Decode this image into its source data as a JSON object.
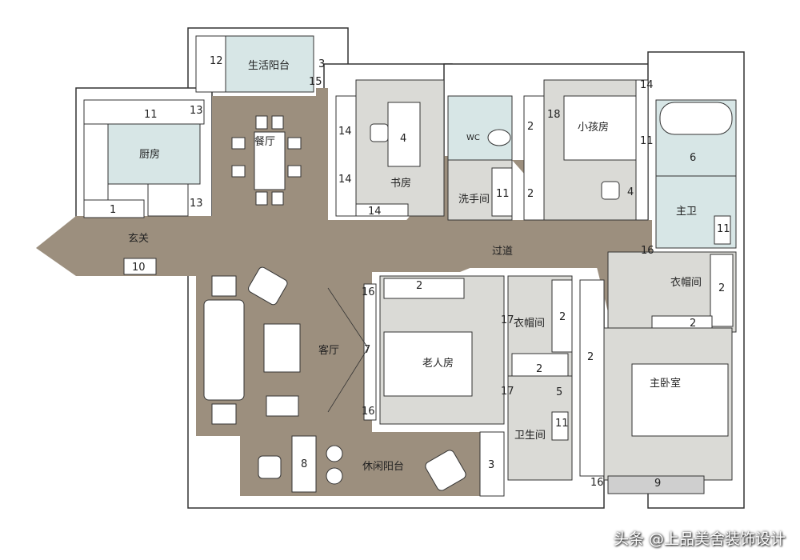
{
  "rooms": {
    "balcony_service": "生活阳台",
    "dining": "餐厅",
    "kitchen": "厨房",
    "study": "书房",
    "wc": "WC",
    "washroom": "洗手间",
    "kids_room": "小孩房",
    "master_bath": "主卫",
    "entrance": "玄关",
    "corridor": "过道",
    "walkin_master": "衣帽间",
    "living": "客厅",
    "elder_room": "老人房",
    "walkin_elder": "衣帽间",
    "master_bedroom": "主卧室",
    "bathroom": "卫生间",
    "leisure_balcony": "休闲阳台"
  },
  "numbers": {
    "n12": "12",
    "n3a": "3",
    "n15": "15",
    "n11_kitchen": "11",
    "n13a": "13",
    "n13b": "13",
    "n1": "1",
    "n14a": "14",
    "n14b": "14",
    "n14c": "14",
    "n4_study": "4",
    "n11_wash": "11",
    "n2a": "2",
    "n2b": "2",
    "n18": "18",
    "n14_kid": "14",
    "n11_kid": "11",
    "n4_kid": "4",
    "n6": "6",
    "n11_mb": "11",
    "n10": "10",
    "n16a": "16",
    "n16b": "16",
    "n16c": "16",
    "n16d": "16",
    "n2_walk_m1": "2",
    "n2_walk_m2": "2",
    "n2_elder": "2",
    "n17a": "17",
    "n17b": "17",
    "n2_walk_e1": "2",
    "n2_walk_e2": "2",
    "n7": "7",
    "n2_master_wall": "2",
    "n5": "5",
    "n11_bath": "11",
    "n8": "8",
    "n3_bal": "3",
    "n9": "9"
  },
  "watermark": "头条 @上品美舍装饰设计",
  "colors": {
    "public_floor": "#9c8f7e",
    "tile_floor": "#d7e6e6",
    "room_floor": "#dadad6",
    "wall": "#ffffff",
    "wall_line": "#333333"
  }
}
